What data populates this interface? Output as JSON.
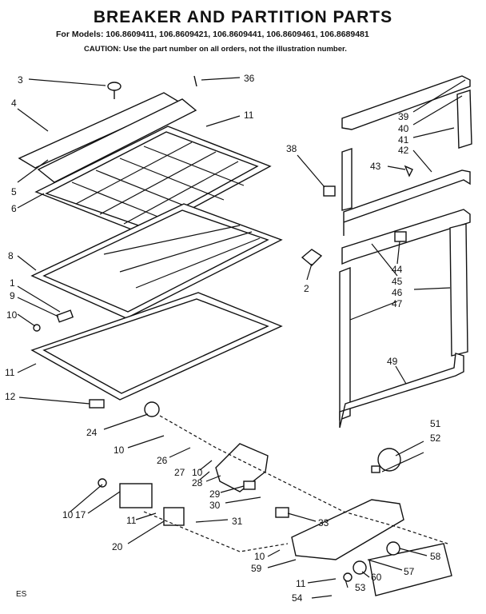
{
  "title": "BREAKER AND PARTITION PARTS",
  "models_line": "For Models: 106.8609411, 106.8609421, 106.8609441, 106.8609461, 106.8689481",
  "caution_line": "CAUTION: Use the part number on all orders, not the illustration number.",
  "diagram_code": "ES",
  "callouts": [
    "3",
    "36",
    "4",
    "11",
    "5",
    "6",
    "8",
    "1",
    "9",
    "10",
    "11",
    "12",
    "38",
    "43",
    "39",
    "40",
    "41",
    "42",
    "2",
    "44",
    "45",
    "46",
    "47",
    "49",
    "24",
    "10",
    "26",
    "27",
    "10",
    "28",
    "29",
    "30",
    "10",
    "17",
    "11",
    "31",
    "20",
    "33",
    "51",
    "52",
    "58",
    "57",
    "10",
    "59",
    "60",
    "11",
    "53",
    "54"
  ]
}
